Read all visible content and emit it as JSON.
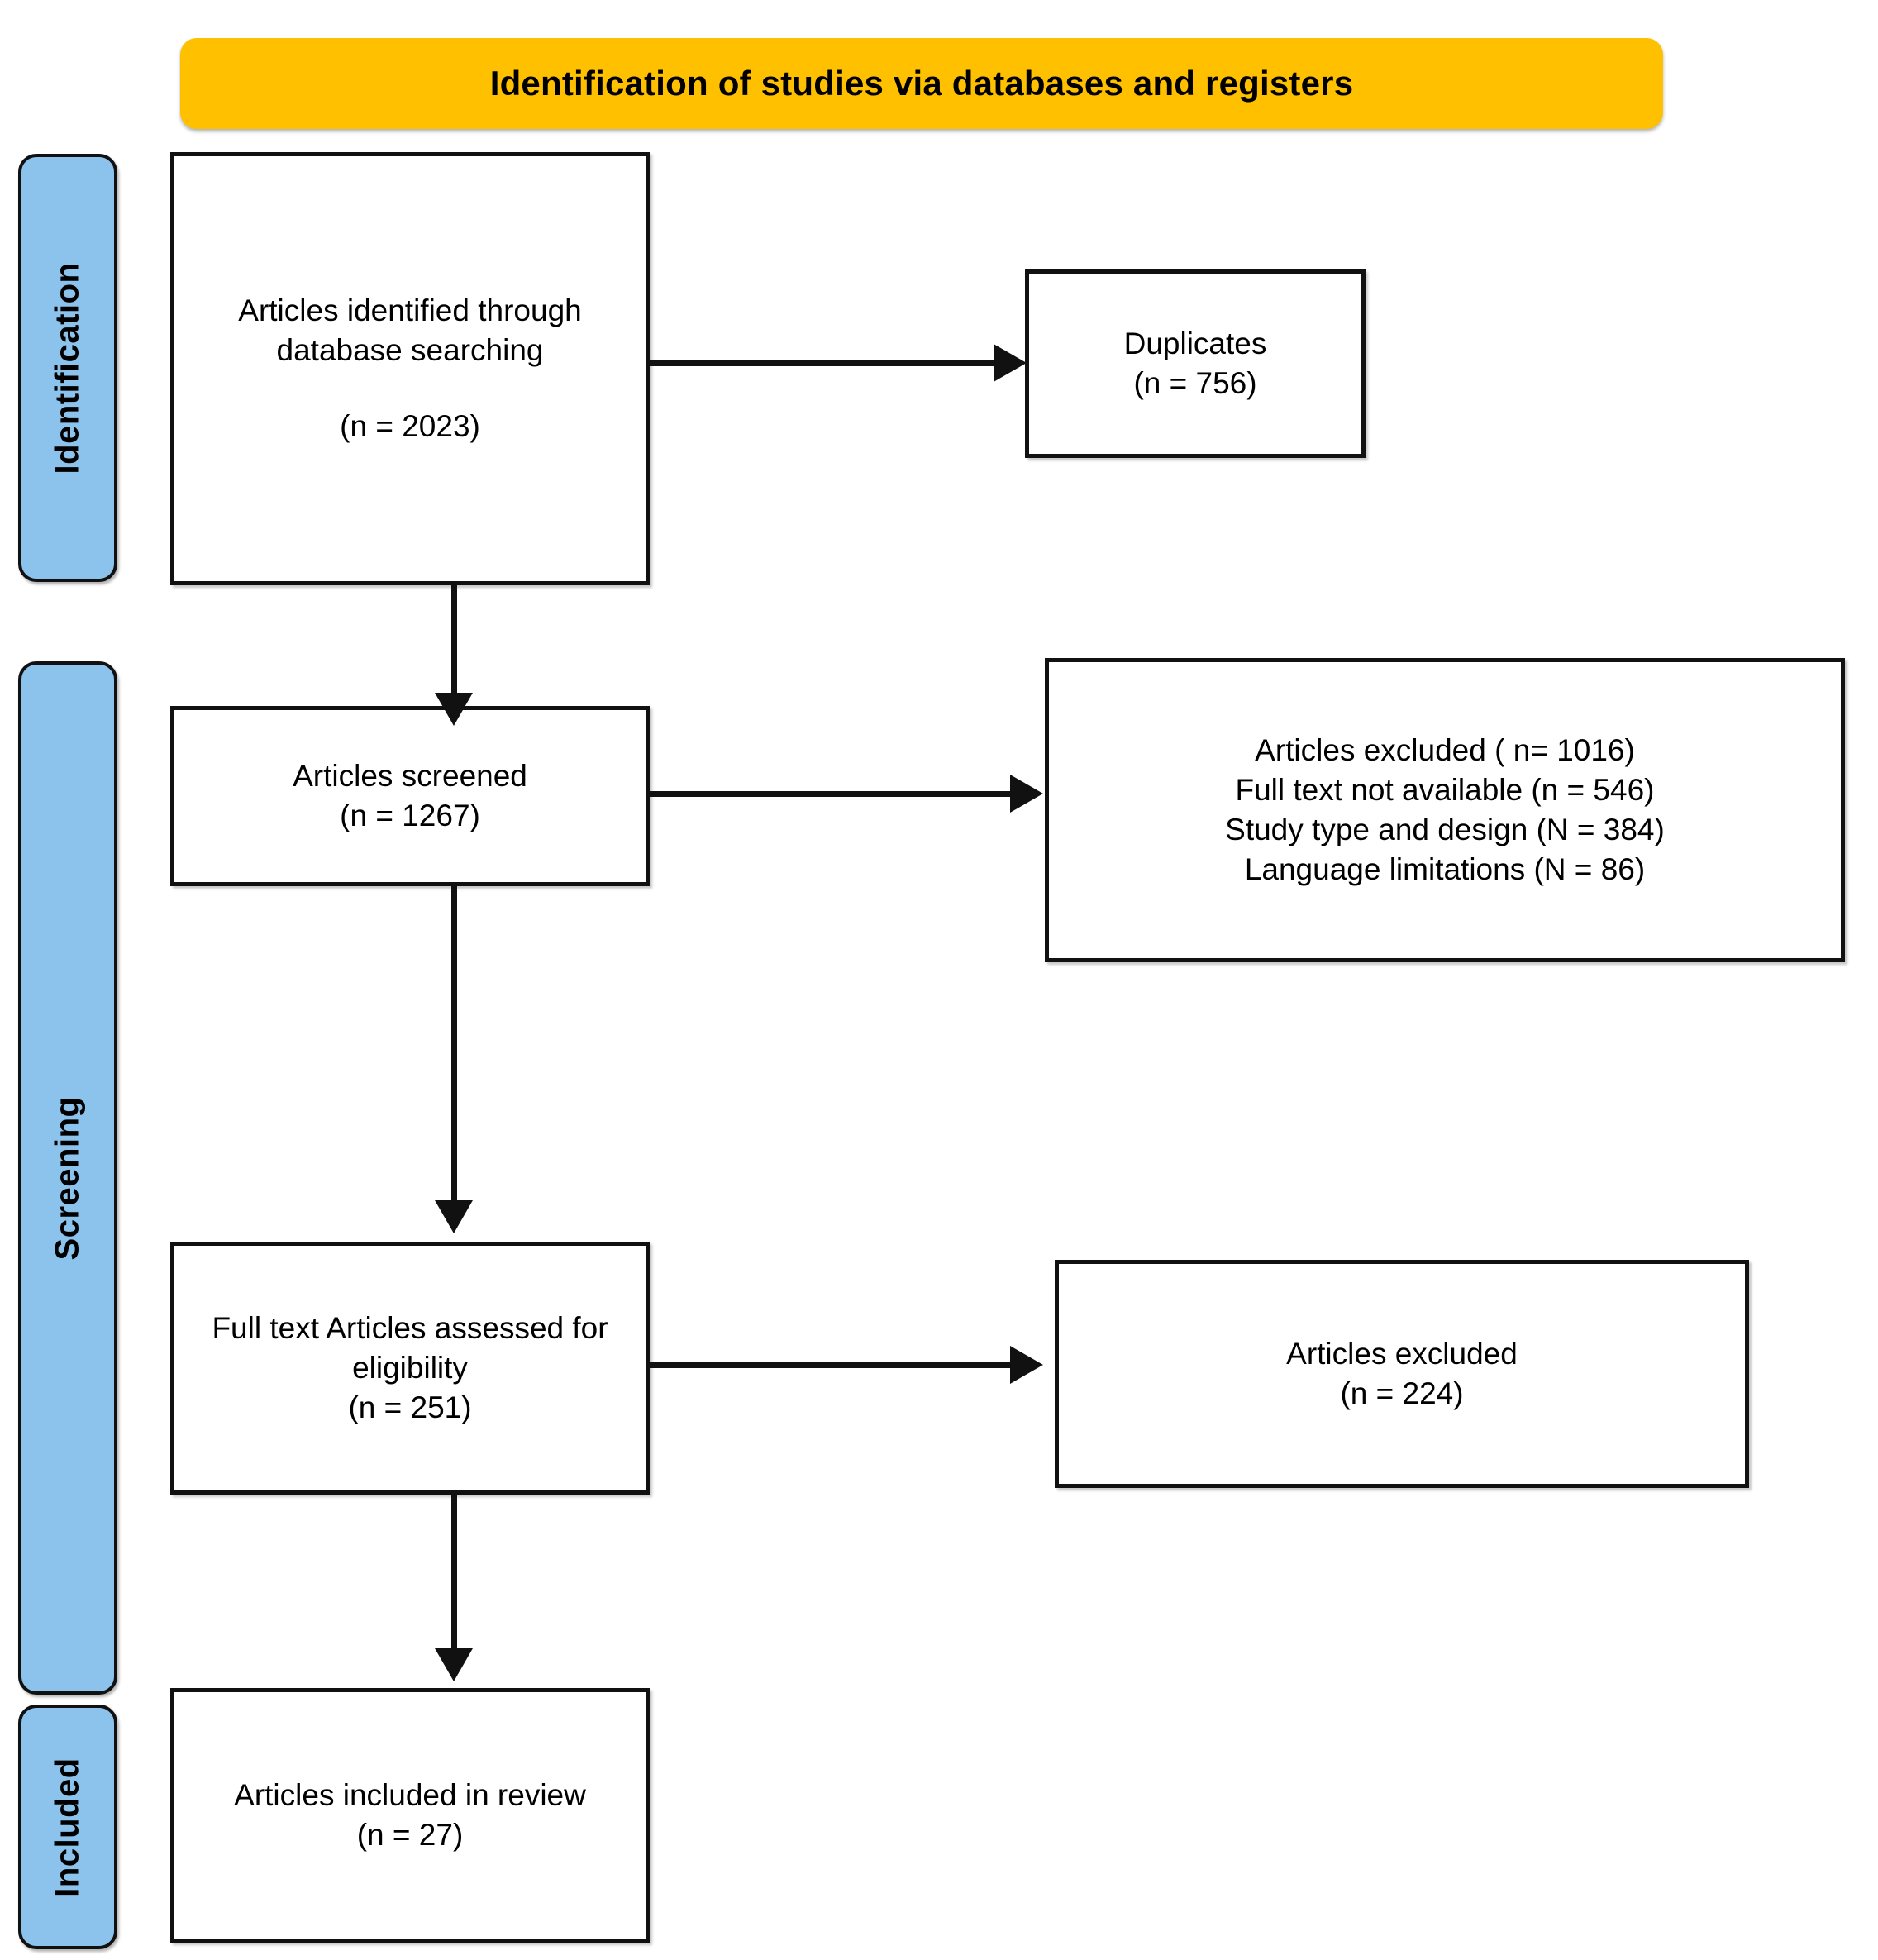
{
  "diagram": {
    "title": "Identification of studies via databases and registers",
    "colors": {
      "banner": "#FFC000",
      "stage_label": "#8CC3EC",
      "border": "#111111",
      "background": "#FFFFFF"
    }
  },
  "stages": [
    {
      "id": "identification",
      "label": "Identification"
    },
    {
      "id": "screening",
      "label": "Screening"
    },
    {
      "id": "included",
      "label": "Included"
    }
  ],
  "boxes": {
    "identified": {
      "line1": "Articles identified through",
      "line2": "database searching",
      "count": "(n = 2023)"
    },
    "duplicates": {
      "line1": "Duplicates",
      "count": "(n = 756)"
    },
    "screened": {
      "line1": "Articles screened",
      "count": "(n = 1267)"
    },
    "excluded_screening": {
      "line1": "Articles excluded ( n= 1016)",
      "line2": "Full text not available (n = 546)",
      "line3": "Study type and design (N = 384)",
      "line4": "Language limitations (N = 86)"
    },
    "fulltext": {
      "line1": "Full text Articles assessed for",
      "line2": "eligibility",
      "count": "(n = 251)"
    },
    "excluded_fulltext": {
      "line1": "Articles excluded",
      "count": "(n = 224)"
    },
    "included": {
      "line1": "Articles included in review",
      "count": "(n = 27)"
    }
  },
  "chart_data": {
    "type": "diagram",
    "title": "Identification of studies via databases and registers",
    "nodes": [
      {
        "id": "identified",
        "stage": "Identification",
        "label": "Articles identified through database searching",
        "n": 2023
      },
      {
        "id": "duplicates",
        "stage": "Identification",
        "label": "Duplicates",
        "n": 756
      },
      {
        "id": "screened",
        "stage": "Screening",
        "label": "Articles screened",
        "n": 1267
      },
      {
        "id": "excluded_screening",
        "stage": "Screening",
        "label": "Articles excluded",
        "n": 1016,
        "reasons": [
          {
            "label": "Full text not available",
            "n": 546
          },
          {
            "label": "Study type and design",
            "n": 384
          },
          {
            "label": "Language limitations",
            "n": 86
          }
        ]
      },
      {
        "id": "fulltext",
        "stage": "Screening",
        "label": "Full text Articles assessed for eligibility",
        "n": 251
      },
      {
        "id": "excluded_fulltext",
        "stage": "Screening",
        "label": "Articles excluded",
        "n": 224
      },
      {
        "id": "included",
        "stage": "Included",
        "label": "Articles included in review",
        "n": 27
      }
    ],
    "edges": [
      {
        "from": "identified",
        "to": "duplicates",
        "direction": "right"
      },
      {
        "from": "identified",
        "to": "screened",
        "direction": "down"
      },
      {
        "from": "screened",
        "to": "excluded_screening",
        "direction": "right"
      },
      {
        "from": "screened",
        "to": "fulltext",
        "direction": "down"
      },
      {
        "from": "fulltext",
        "to": "excluded_fulltext",
        "direction": "right"
      },
      {
        "from": "fulltext",
        "to": "included",
        "direction": "down"
      }
    ]
  }
}
